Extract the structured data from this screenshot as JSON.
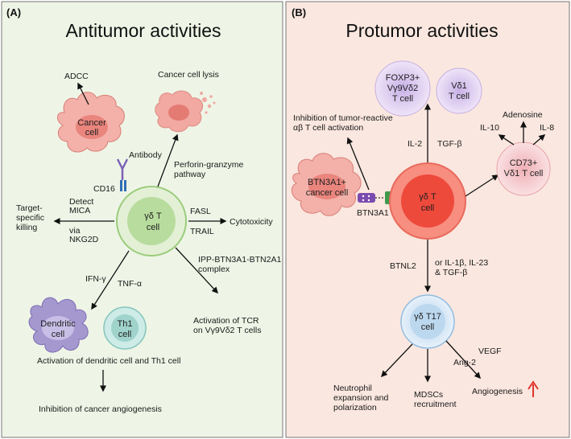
{
  "panel_a": {
    "tag": "(A)",
    "title": "Antitumor activities",
    "labels": {
      "adcc": "ADCC",
      "cancer_cell_lysis": "Cancer cell lysis",
      "cancer_cell_l1": "Cancer",
      "cancer_cell_l2": "cell",
      "antibody": "Antibody",
      "cd16": "CD16",
      "perforin_l1": "Perforin-granzyme",
      "perforin_l2": "pathway",
      "detect_l1": "Detect",
      "detect_l2": "MICA",
      "via_l1": "via",
      "via_l2": "NKG2D",
      "target_l1": "Target-",
      "target_l2": "specific",
      "target_l3": "killing",
      "gd_l1": "γδ T",
      "gd_l2": "cell",
      "fasl": "FASL",
      "trail": "TRAIL",
      "cytotoxicity": "Cytotoxicity",
      "ipp_l1": "IPP-BTN3A1-BTN2A1",
      "ipp_l2": "complex",
      "ifng": "IFN-γ",
      "tnfa": "TNF-α",
      "dendritic_l1": "Dendritic",
      "dendritic_l2": "cell",
      "th1_l1": "Th1",
      "th1_l2": "cell",
      "activation_tcr_l1": "Activation of TCR",
      "activation_tcr_l2": "on Vγ9Vδ2 T cells",
      "activation_dc": "Activation of dendritic cell and Th1 cell",
      "inhibition_angio": "Inhibition of cancer angiogenesis"
    }
  },
  "panel_b": {
    "tag": "(B)",
    "title": "Protumor activities",
    "labels": {
      "foxp3_l1": "FOXP3+",
      "foxp3_l2": "Vγ9Vδ2",
      "foxp3_l3": "T cell",
      "vd1_l1": "Vδ1",
      "vd1_l2": "T cell",
      "inhib_l1": "Inhibition of tumor-reactive",
      "inhib_l2": "αβ T cell activation",
      "adenosine": "Adenosine",
      "il10": "IL-10",
      "il8": "IL-8",
      "il2": "IL-2",
      "tgfb": "TGF-β",
      "btn3a1_cell_l1": "BTN3A1+",
      "btn3a1_cell_l2": "cancer cell",
      "btn3a1": "BTN3A1",
      "gd_l1": "γδ T",
      "gd_l2": "cell",
      "cd73_l1": "CD73+",
      "cd73_l2": "Vδ1 T cell",
      "btnl2": "BTNL2",
      "il1_l1": "or IL-1β, IL-23",
      "il1_l2": "& TGF-β",
      "t17_l1": "γδ T17",
      "t17_l2": "cell",
      "ang2": "Ang-2",
      "vegf": "VEGF",
      "neutro_l1": "Neutrophil",
      "neutro_l2": "expansion and",
      "neutro_l3": "polarization",
      "mdsc_l1": "MDSCs",
      "mdsc_l2": "recruitment",
      "angiogenesis": "Angiogenesis"
    }
  },
  "colors": {
    "panel_a_bg": "#eef5e6",
    "panel_b_bg": "#fae7df",
    "cancer": "#f2a6a0",
    "gd_a": "#cfe6b4",
    "gd_b": "#ea4b3f",
    "dendritic": "#a89ad1",
    "th1": "#9fd4cf",
    "purple_cell": "#d8c8ec",
    "pink_cell": "#f4c6c9",
    "blue_cell": "#c9dff0",
    "up_arrow": "#e0342b"
  }
}
